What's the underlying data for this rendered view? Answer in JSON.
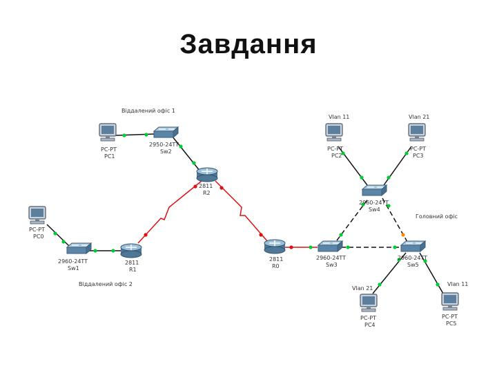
{
  "slide": {
    "title": "Завдання"
  },
  "labels": {
    "remote_office_1": "Віддалений офіс 1",
    "remote_office_2": "Віддалений офіс 2",
    "head_office": "Головний офіс",
    "vlan11_top": "Vlan 11",
    "vlan21_top": "Vlan 21",
    "vlan21_bottom": "Vlan 21",
    "vlan11_bottom": "Vlan 11"
  },
  "devices": {
    "pc1": {
      "model": "PC-PT",
      "name": "PC1"
    },
    "sw2": {
      "model": "2950-24TT",
      "name": "Sw2"
    },
    "r2": {
      "model": "2811",
      "name": "R2"
    },
    "pc0": {
      "model": "PC-PT",
      "name": "PC0"
    },
    "sw1": {
      "model": "2960-24TT",
      "name": "Sw1"
    },
    "r1": {
      "model": "2811",
      "name": "R1"
    },
    "r0": {
      "model": "2811",
      "name": "R0"
    },
    "sw3": {
      "model": "2960-24TT",
      "name": "Sw3"
    },
    "pc2": {
      "model": "PC-PT",
      "name": "PC2"
    },
    "pc3": {
      "model": "PC-PT",
      "name": "PC3"
    },
    "sw4": {
      "model": "2960-24TT",
      "name": "Sw4"
    },
    "sw5": {
      "model": "2960-24TT",
      "name": "Sw5"
    },
    "pc4": {
      "model": "PC-PT",
      "name": "PC4"
    },
    "pc5": {
      "model": "PC-PT",
      "name": "PC5"
    }
  },
  "colors": {
    "link_ok": "#00cc33",
    "link_down": "#dd1111",
    "link_orange": "#ff8800",
    "serial": "#dd1111",
    "ethernet": "#111111"
  }
}
